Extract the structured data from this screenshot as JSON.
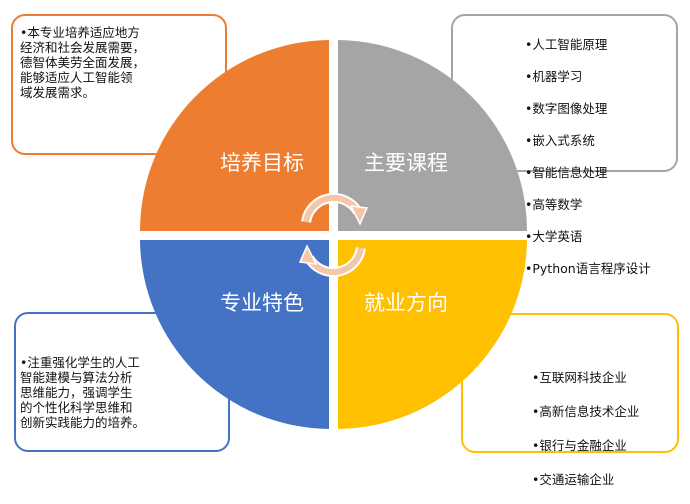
{
  "quadrants": {
    "top_left": {
      "label": "培养目标",
      "color": "#ED7D31"
    },
    "top_right": {
      "label": "主要课程",
      "color": "#A5A5A5"
    },
    "bottom_left": {
      "label": "专业特色",
      "color": "#4472C4"
    },
    "bottom_right": {
      "label": "就业方向",
      "color": "#FFC000"
    }
  },
  "boxes": {
    "top_left_text": "•本专业培养适应地方\n经济和社会发展需要，\n德智体美劳全面发展，\n能够适应人工智能领\n域发展需求。",
    "top_right_items": [
      "•人工智能原理",
      "•机器学习",
      "•数字图像处理",
      "•嵌入式系统",
      "•智能信息处理",
      "•高等数学",
      "•大学英语",
      "•Python语言程序设计"
    ],
    "bottom_left_text": "•注重强化学生的人工\n智能建模与算法分析\n思维能力，强调学生\n的个性化科学思维和\n创新实践能力的培养。",
    "bottom_right_items": [
      "•互联网科技企业",
      "•高新信息技术企业",
      "•银行与金融企业",
      "•交通运输企业"
    ]
  },
  "center_icon": "cycle-arrows-icon"
}
